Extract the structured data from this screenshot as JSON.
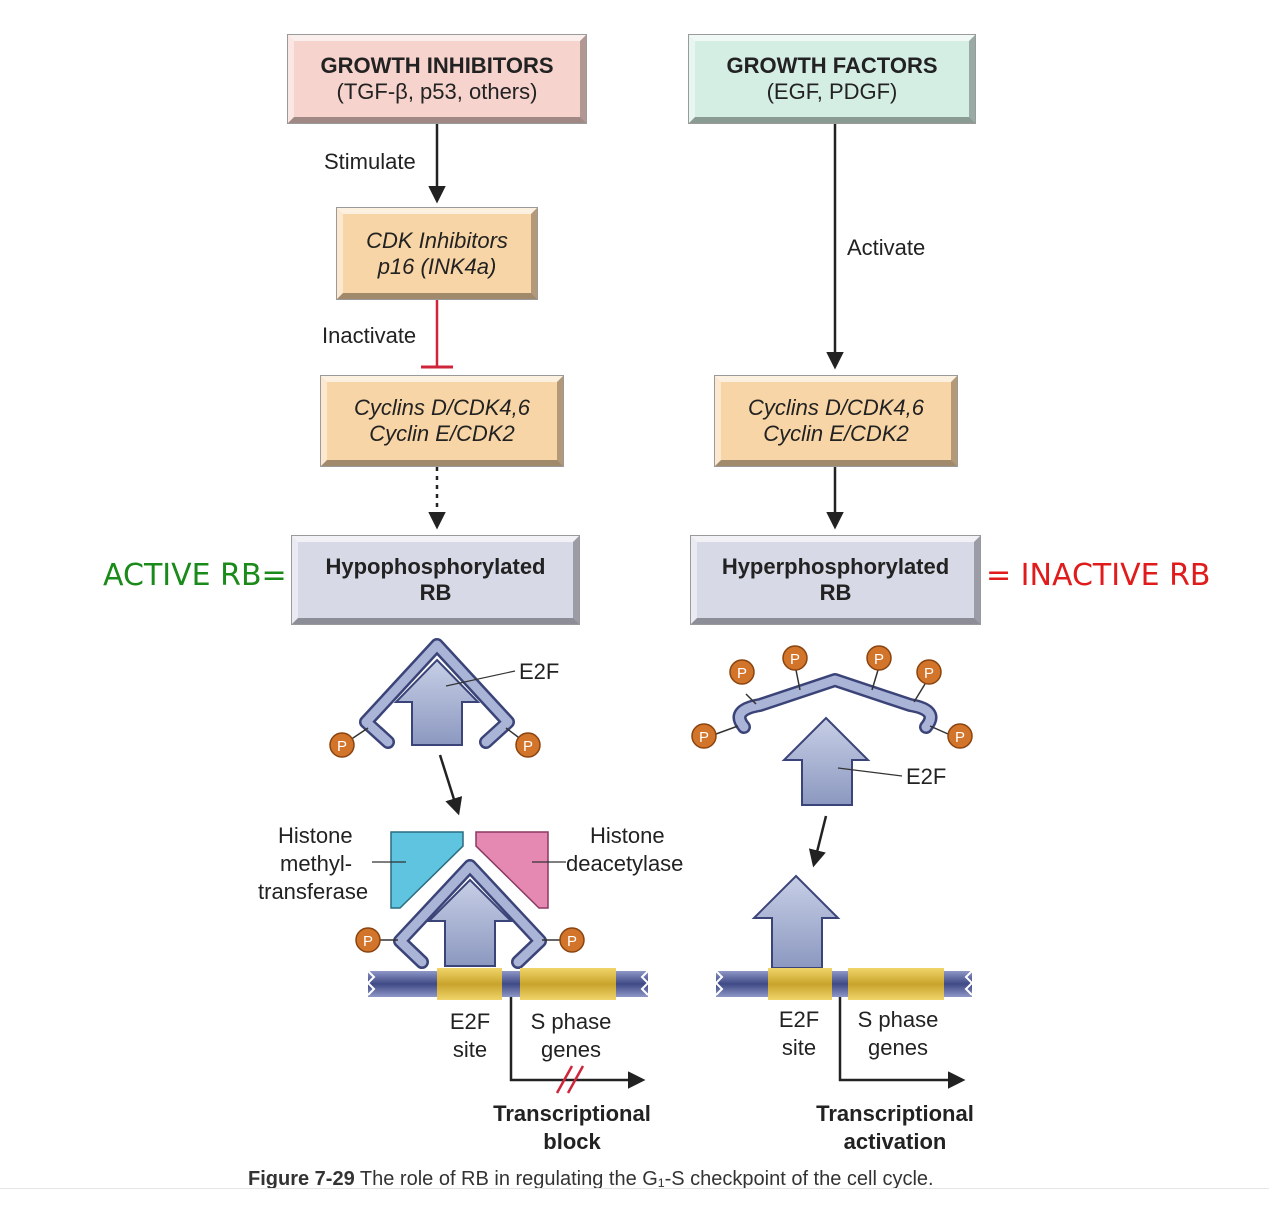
{
  "left": {
    "inhibitors_title": "GROWTH INHIBITORS",
    "inhibitors_sub": "(TGF-β, p53, others)",
    "stimulate": "Stimulate",
    "cdk_inhibitors_line1": "CDK Inhibitors",
    "cdk_inhibitors_line2": "p16 (INK4a)",
    "inactivate": "Inactivate",
    "cyclins_line1": "Cyclins D/CDK4,6",
    "cyclins_line2": "Cyclin E/CDK2",
    "rb_line1": "Hypophosphorylated",
    "rb_line2": "RB",
    "side_label": "ACTIVE RB=",
    "e2f": "E2F",
    "p": "P",
    "histone_methyl_1": "Histone",
    "histone_methyl_2": "methyl-",
    "histone_methyl_3": "transferase",
    "histone_deac_1": "Histone",
    "histone_deac_2": "deacetylase",
    "e2f_site_1": "E2F",
    "e2f_site_2": "site",
    "s_phase_1": "S phase",
    "s_phase_2": "genes",
    "outcome_1": "Transcriptional",
    "outcome_2": "block"
  },
  "right": {
    "factors_title": "GROWTH FACTORS",
    "factors_sub": "(EGF, PDGF)",
    "activate": "Activate",
    "cyclins_line1": "Cyclins D/CDK4,6",
    "cyclins_line2": "Cyclin E/CDK2",
    "rb_line1": "Hyperphosphorylated",
    "rb_line2": "RB",
    "side_label": "= INACTIVE RB",
    "e2f": "E2F",
    "p": "P",
    "e2f_site_1": "E2F",
    "e2f_site_2": "site",
    "s_phase_1": "S phase",
    "s_phase_2": "genes",
    "outcome_1": "Transcriptional",
    "outcome_2": "activation"
  },
  "caption": {
    "figure": "Figure 7-29",
    "text": " The role of RB in regulating the G₁-S checkpoint of the cell cycle."
  },
  "colors": {
    "inhibitor_box": "#f6d3cc",
    "factor_box": "#d5eee4",
    "cyclin_box": "#f8d5a6",
    "rb_box": "#d7d9e6",
    "active_label": "#1a8a1a",
    "inactive_label": "#e01b1b",
    "protein": "#a9b4d2",
    "phosphate": "#d2742a",
    "methyltransferase": "#5ec4df",
    "deacetylase": "#e689b2",
    "dna_band": "#d4b33b",
    "dna_bar": "#4a5590"
  }
}
